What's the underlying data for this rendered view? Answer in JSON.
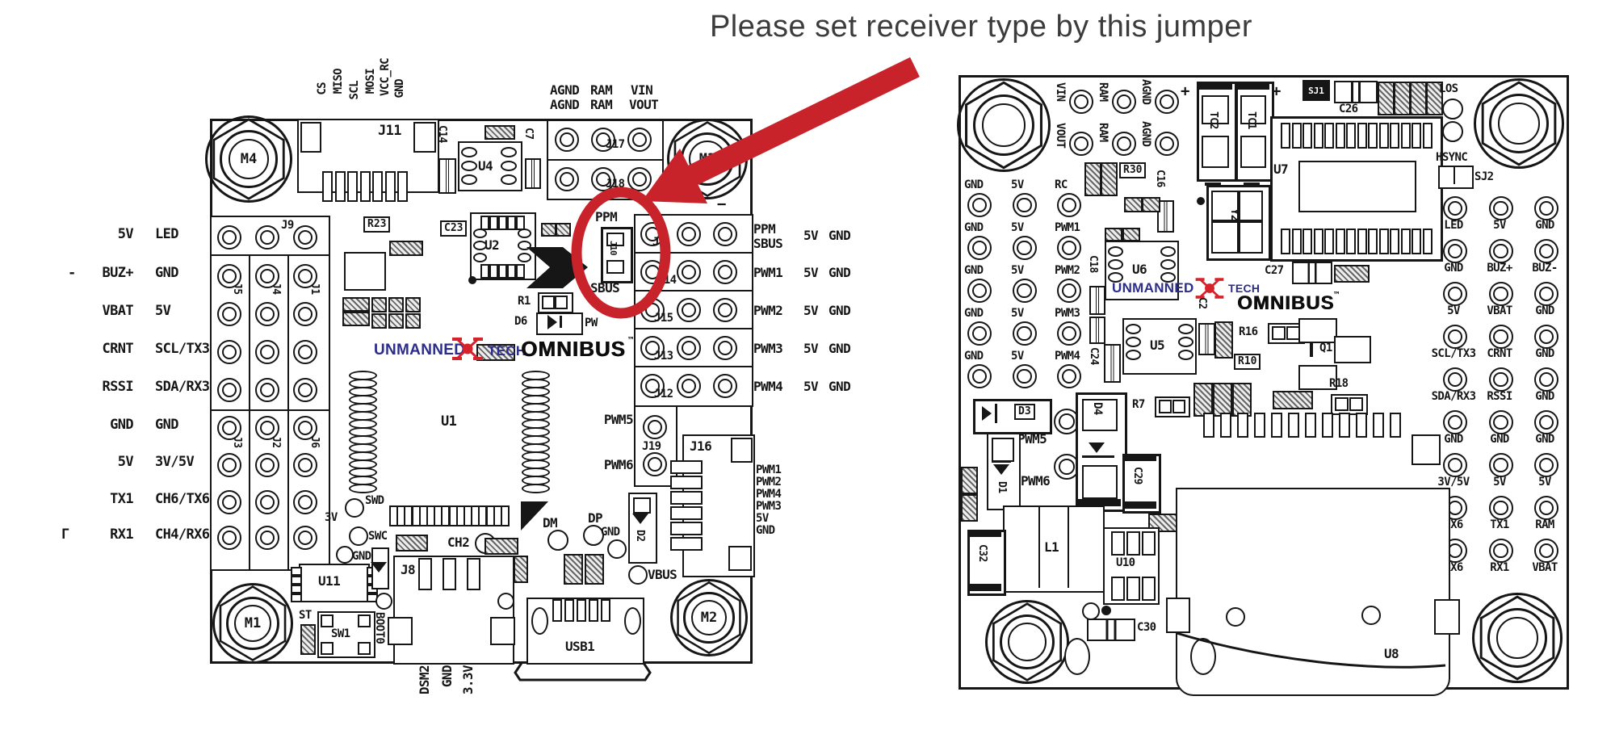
{
  "title": "Please set receiver type by this jumper",
  "colors": {
    "red": "#c8232b",
    "logo_blue": "#2c2c8c",
    "ink": "#161616"
  },
  "logo": {
    "unmanned": "UNMANNED",
    "tech": "TECH",
    "omnibus": "OMNIBUS",
    "tm": "™"
  },
  "lb": {
    "bolts": {
      "tl": "M4",
      "tr": "M3",
      "bl": "M1",
      "br": "M2"
    },
    "spi": [
      "CS",
      "MISO",
      "SCL",
      "MOSI",
      "VCC_RC",
      "GND"
    ],
    "j11": "J11",
    "c14": "C14",
    "u4": "U4",
    "c7": "C7",
    "top_rows": [
      [
        "AGND",
        "RAM",
        "VIN"
      ],
      [
        "AGND",
        "RAM",
        "VOUT"
      ]
    ],
    "j17": "J17",
    "j18": "J18",
    "minus": "−",
    "rail": [
      {
        "a": "5V",
        "b": "LED"
      },
      {
        "pre": "-",
        "a": "BUZ+",
        "b": "GND"
      },
      {
        "a": "VBAT",
        "b": "5V"
      },
      {
        "a": "CRNT",
        "b": "SCL/TX3"
      },
      {
        "a": "RSSI",
        "b": "SDA/RX3"
      },
      {
        "a": "GND",
        "b": "GND"
      },
      {
        "a": "5V",
        "b": "3V/5V"
      },
      {
        "a": "TX1",
        "b": "CH6/TX6"
      },
      {
        "pre": "Γ",
        "a": "RX1",
        "b": "CH4/RX6"
      }
    ],
    "headers": {
      "j9": "J9",
      "j5": "J5",
      "j4": "J4",
      "j1": "J1",
      "j3": "J3",
      "j2": "J2",
      "j6": "J6"
    },
    "right_rows": [
      {
        "name": "J7",
        "sig1": "PPM",
        "sig2": "SBUS",
        "v": "5V",
        "g": "GND"
      },
      {
        "name": "J14",
        "sig1": "PWM1",
        "v": "5V",
        "g": "GND"
      },
      {
        "name": "J15",
        "sig1": "PWM2",
        "v": "5V",
        "g": "GND"
      },
      {
        "name": "J13",
        "sig1": "PWM3",
        "v": "5V",
        "g": "GND"
      },
      {
        "name": "J12",
        "sig1": "PWM4",
        "v": "5V",
        "g": "GND"
      }
    ],
    "jumper": {
      "top": "PPM",
      "ref": "J10",
      "bottom": "SBUS"
    },
    "r23": "R23",
    "c23": "C23",
    "u2": "U2",
    "r1": "R1",
    "d6": "D6",
    "pw": "PW",
    "u1": "U1",
    "swd": "SWD",
    "swc": "SWC",
    "v3": "3V",
    "gnd_tp": "GND",
    "ch2": "CH2",
    "j19": {
      "name": "J19",
      "p1": "PWM5",
      "p2": "PWM6"
    },
    "j16": {
      "name": "J16",
      "pins": [
        "PWM1",
        "PWM2",
        "PWM4",
        "PWM3",
        "5V",
        "GND"
      ]
    },
    "dm": "DM",
    "dp": "DP",
    "gnd_usb": "GND",
    "vbus": "VBUS",
    "d2": "D2",
    "u11": "U11",
    "st": "ST",
    "sw1": "SW1",
    "boot0": "BOOT0",
    "j8": {
      "name": "J8",
      "pins": [
        "DSM2",
        "GND",
        "3.3V"
      ]
    },
    "usb1": "USB1"
  },
  "rb": {
    "top_pads": [
      [
        "VIN",
        "RAM",
        "AGND"
      ],
      [
        "VOUT",
        "RAM",
        "AGND"
      ]
    ],
    "plus": "+",
    "tc2": "TC2",
    "tc1": "TC1",
    "sj1": "SJ1",
    "c26": "C26",
    "los": "LOS",
    "u7": "U7",
    "y2": "Y2",
    "hsync": "HSYNC",
    "sj2": "SJ2",
    "left_rows": [
      [
        "GND",
        "5V",
        "RC"
      ],
      [
        "GND",
        "5V",
        "PWM1"
      ],
      [
        "GND",
        "5V",
        "PWM2"
      ],
      [
        "GND",
        "5V",
        "PWM3"
      ],
      [
        "GND",
        "5V",
        "PWM4"
      ]
    ],
    "right_rows": [
      [
        "LED",
        "5V",
        "GND"
      ],
      [
        "GND",
        "BUZ+",
        "BUZ-"
      ],
      [
        "5V",
        "VBAT",
        "GND"
      ],
      [
        "SCL/TX3",
        "CRNT",
        "GND"
      ],
      [
        "SDA/RX3",
        "RSSI",
        "GND"
      ],
      [
        "GND",
        "GND",
        "GND"
      ],
      [
        "3V/5V",
        "5V",
        "5V"
      ],
      [
        "TX6",
        "TX1",
        "RAM"
      ],
      [
        "RX6",
        "RX1",
        "VBAT"
      ]
    ],
    "r30": "R30",
    "c16": "C16",
    "u6": "U6",
    "c18": "C18",
    "c24": "C24",
    "c27": "C27",
    "c2": "C2",
    "u5": "U5",
    "r16": "R16",
    "r10": "R10",
    "q1": "Q1",
    "r18": "R18",
    "r7": "R7",
    "d3": "D3",
    "pwm5": "PWM5",
    "pwm6": "PWM6",
    "d1": "D1",
    "d4": "D4",
    "c29": "C29",
    "l1": "L1",
    "c32": "C32",
    "u10": "U10",
    "c30": "C30",
    "u8": "U8"
  }
}
